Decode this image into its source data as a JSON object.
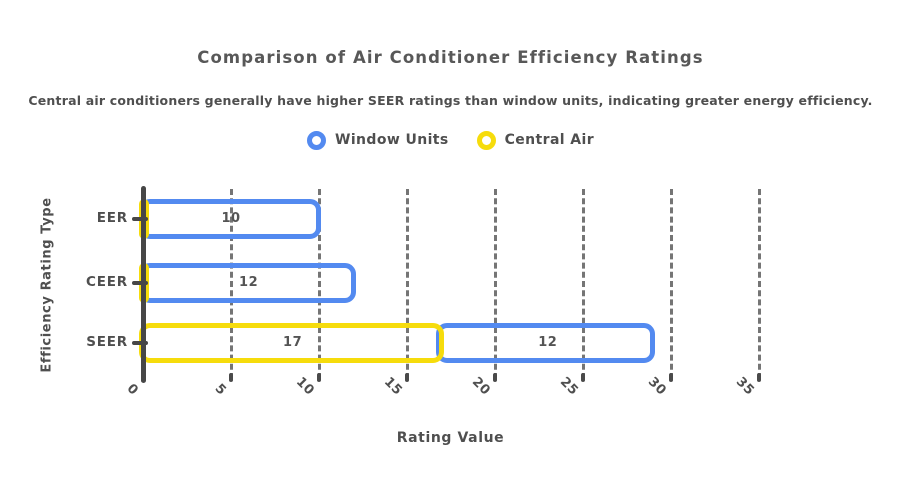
{
  "title": "Comparison of Air Conditioner Efficiency Ratings",
  "subtitle": "Central air conditioners generally have higher SEER ratings than window units, indicating greater energy efficiency.",
  "legend": [
    {
      "label": "Window Units",
      "color": "#538af0"
    },
    {
      "label": "Central Air",
      "color": "#f6dc0c"
    }
  ],
  "axes": {
    "x_label": "Rating Value",
    "y_label": "Efficiency Rating Type",
    "x_ticks": [
      0,
      5,
      10,
      15,
      20,
      25,
      30,
      35
    ]
  },
  "colors": {
    "window_units": "#538af0",
    "central_air": "#f6dc0c",
    "text": "#4f4f4f",
    "axis": "#474747",
    "grid": "#5e5e5e"
  },
  "chart_data": {
    "type": "bar",
    "orientation": "horizontal",
    "stacked": true,
    "title": "Comparison of Air Conditioner Efficiency Ratings",
    "subtitle": "Central air conditioners generally have higher SEER ratings than window units, indicating greater energy efficiency.",
    "categories": [
      "EER",
      "CEER",
      "SEER"
    ],
    "series": [
      {
        "name": "Window Units",
        "color": "#538af0",
        "values": [
          10,
          12,
          12
        ]
      },
      {
        "name": "Central Air",
        "color": "#f6dc0c",
        "values": [
          0,
          0,
          17
        ]
      }
    ],
    "bar_value_labels": {
      "EER": [
        "10"
      ],
      "CEER": [
        "12"
      ],
      "SEER": [
        "17",
        "12"
      ]
    },
    "xlabel": "Rating Value",
    "ylabel": "Efficiency Rating Type",
    "xlim": [
      0,
      35
    ],
    "x_tick_step": 5,
    "grid": "dashed-vertical",
    "legend_position": "top"
  }
}
